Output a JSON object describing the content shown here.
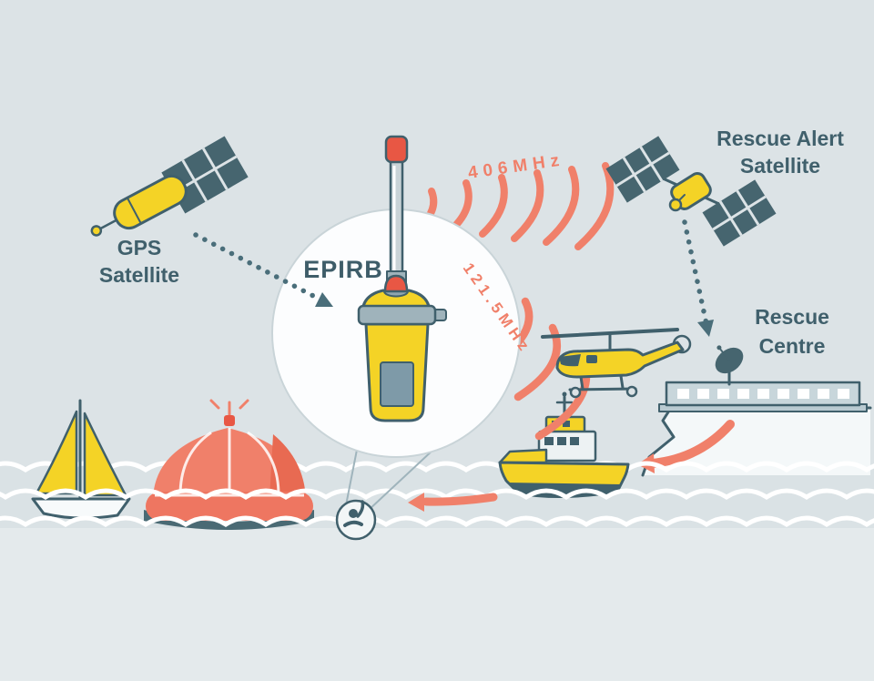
{
  "title": "EPIRB distress beacon rescue diagram",
  "labels": {
    "gps_line1": "GPS",
    "gps_line2": "Satellite",
    "epirb": "EPIRB",
    "freq_406": "406MHz",
    "freq_121_5": "121.5MHz",
    "rescue_alert_line1": "Rescue Alert",
    "rescue_alert_line2": "Satellite",
    "rescue_centre_line1": "Rescue",
    "rescue_centre_line2": "Centre"
  },
  "objects": [
    "gps-satellite",
    "rescue-alert-satellite",
    "epirb-beacon",
    "magnifier-circle",
    "signal-arcs-406mhz",
    "signal-arcs-121mhz",
    "helicopter",
    "rescue-boat",
    "rescue-centre-building",
    "satellite-dish",
    "cliff",
    "sailboat",
    "life-raft",
    "person-in-water",
    "sea-waves"
  ],
  "colors": {
    "background": "#DCE3E6",
    "water_band": "#DAE2E5",
    "water_lower": "#E4EAEC",
    "outline_teal": "#40606C",
    "panel_teal": "#46656F",
    "yellow": "#F4D326",
    "salmon": "#F0806A",
    "red_orange": "#E85744",
    "steel_blue": "#7E9AA8",
    "collar_gray": "#9FB3BB",
    "building_gray": "#C8D6DB",
    "cliff_white": "#F4F8F9",
    "wave_white": "#FFFFFF"
  }
}
